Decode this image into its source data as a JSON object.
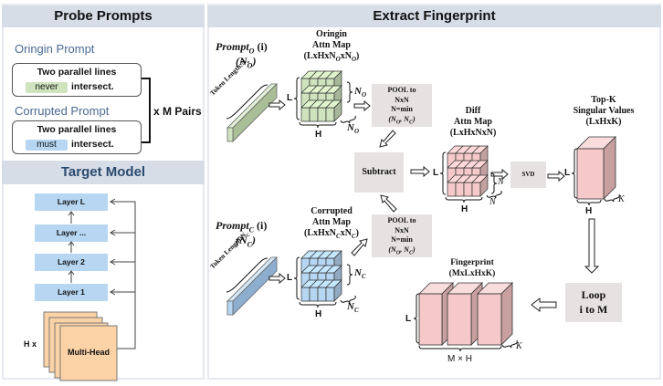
{
  "left_panel": {
    "probe_title": "Probe Prompts",
    "origin_label": "Oringin Prompt",
    "corrupted_label": "Corrupted Prompt",
    "origin_prompt": {
      "line1": "Two parallel lines",
      "token": "never",
      "rest": "intersect."
    },
    "corrupted_prompt": {
      "line1": "Two parallel lines",
      "token": "must",
      "rest": "intersect."
    },
    "pairs_label": "x M Pairs",
    "target_title": "Target Model",
    "layers": [
      "Layer L",
      "Layer ...",
      "Layer 2",
      "Layer 1"
    ],
    "heads_prefix": "H x",
    "heads_label": "Multi-Head"
  },
  "right_panel": {
    "title": "Extract Fingerprint",
    "origin_input": {
      "name": "Prompt",
      "sub": "O",
      "suffix": " (i)",
      "length": "(N",
      "length_sub": "O",
      "token_length": "Token Length:N",
      "token_length_sub": "o"
    },
    "corrupted_input": {
      "name": "Prompt",
      "sub": "C",
      "suffix": " (i)",
      "length": "(N",
      "length_sub": "C",
      "token_length": "Token Length:N",
      "token_length_sub": "C"
    },
    "origin_map": {
      "line1": "Oringin",
      "line2": "Attn  Map",
      "line3": "(LxHxN",
      "sub": "O",
      "x": "xN",
      "close": ")"
    },
    "corrupted_map": {
      "line1": "Corrupted",
      "line2": "Attn  Map",
      "line3": "(LxHxN",
      "sub": "C",
      "x": "xN",
      "close": ")"
    },
    "pool_box": {
      "line1": "POOL to",
      "line2": "NxN",
      "line3": "N=min",
      "line4": "(N",
      "sub_o": "O",
      "mid": ", N",
      "sub_c": "C",
      "end": ")"
    },
    "subtract_label": "Subtract",
    "diff_map": {
      "line1": "Diff",
      "line2": "Attn Map",
      "line3": "(LxHxNxN)"
    },
    "svd_label": "SVD",
    "topk": {
      "line1": "Top-K",
      "line2": "Singular Values",
      "line3": "(LxHxK)"
    },
    "loop": {
      "line1": "Loop",
      "line2": "i to M"
    },
    "fingerprint": {
      "line1": "Fingerprint",
      "line2": "(MxLxHxK)"
    },
    "dims": {
      "L": "L",
      "H": "H",
      "N": "N",
      "K": "K",
      "MxH": "M × H",
      "NO": "N",
      "NO_sub": "O",
      "NC": "N",
      "NC_sub": "C"
    }
  },
  "colors": {
    "header_bg": "#d6dde7",
    "green": "#cfe3bf",
    "blue": "#b6d6f2",
    "pink": "#f5c9c9",
    "orange": "#fcd3a6",
    "gray_box": "#e6e2e2"
  }
}
